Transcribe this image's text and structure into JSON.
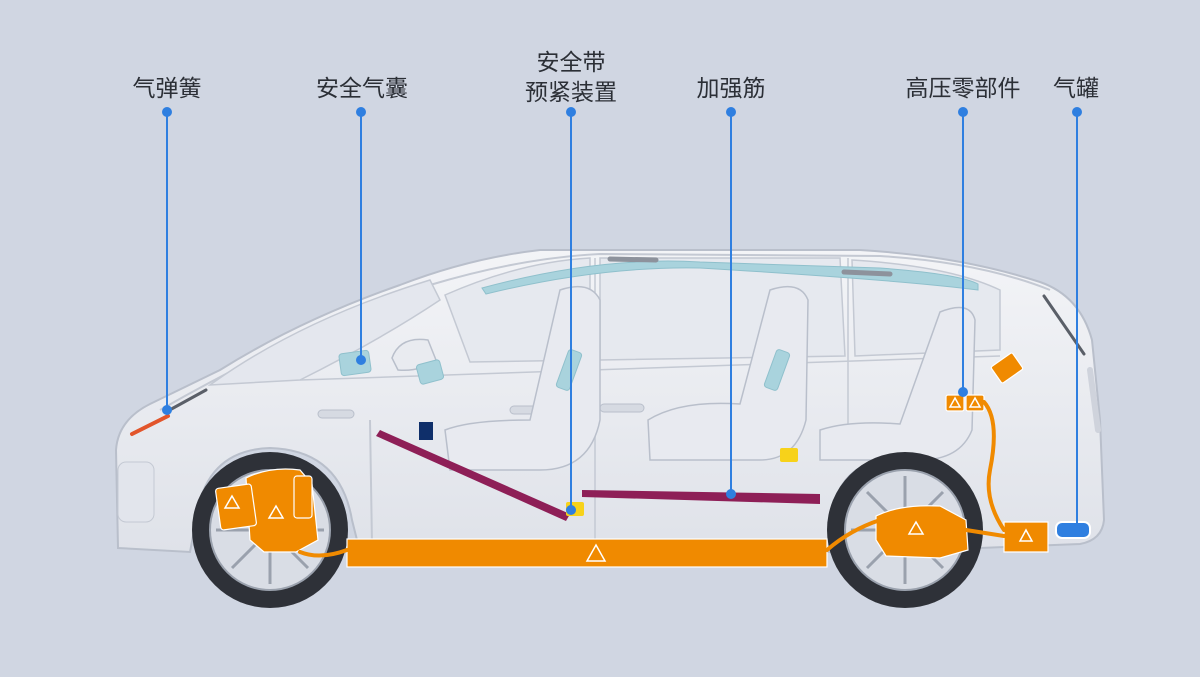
{
  "labels": {
    "gas_spring": "气弹簧",
    "airbag": "安全气囊",
    "seatbelt_line1": "安全带",
    "seatbelt_line2": "预紧装置",
    "reinforcement": "加强筋",
    "high_voltage": "高压零部件",
    "gas_tank": "气罐"
  },
  "colors": {
    "background": "#d0d6e2",
    "car_body": "#eceef3",
    "car_outline": "#b9bfcb",
    "callout_line": "#2f7fe0",
    "high_voltage": "#f08a00",
    "reinforcement": "#8e1f57",
    "airbag": "#a9d3dd",
    "pretensioner": "#f7d21a",
    "gas_tank": "#2f7fe0",
    "gas_spring": "#5a5f68"
  },
  "icons": {
    "warning": "high-voltage-warning-icon"
  }
}
